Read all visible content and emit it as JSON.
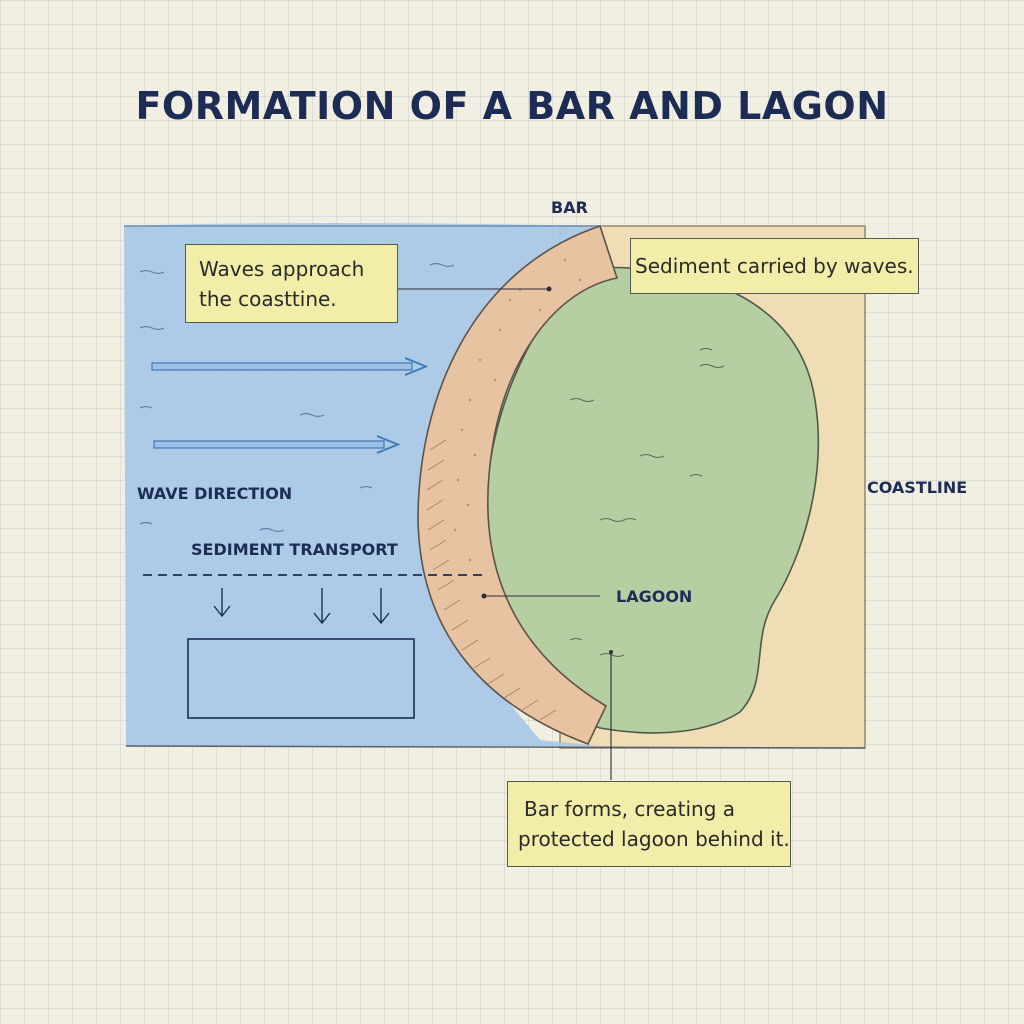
{
  "title": "FORMATION OF A BAR AND LAGON",
  "labels": {
    "bar": "BAR",
    "coastline": "COASTLINE",
    "wave_direction": "WAVE DIRECTION",
    "sediment_transport": "SEDIMENT TRANSPORT",
    "lagoon": "LAGOON"
  },
  "notes": {
    "waves": [
      "Waves approach",
      "the coasttine."
    ],
    "sediment": "Sediment carried by waves.",
    "bar_forms": [
      "Bar forms, creating a",
      "protected lagoon behind it."
    ]
  },
  "colors": {
    "sea": "#a9c8e6",
    "land": "#f0dcb5",
    "bar": "#e8c3a2",
    "lagoon": "#b5cfa2",
    "arrow": "#4a88c7",
    "note": "#f2eda8",
    "ink": "#1e2d56"
  }
}
